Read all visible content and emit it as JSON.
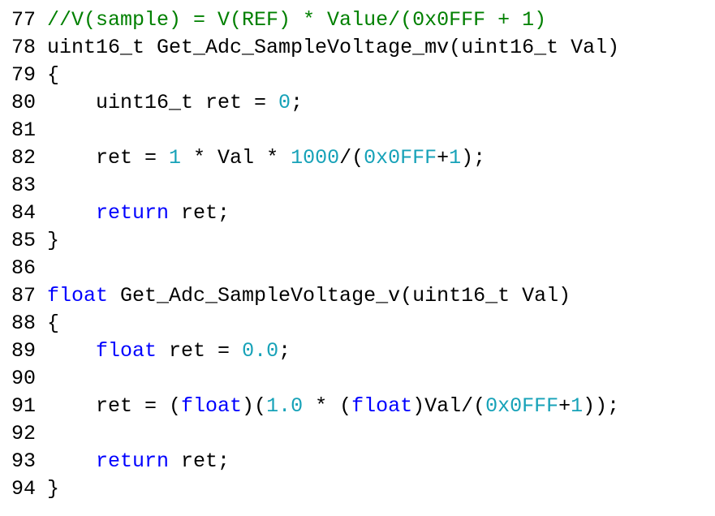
{
  "colors": {
    "comment": "#008000",
    "keyword": "#0000ff",
    "number": "#17a2b8",
    "plain": "#000000",
    "background": "#ffffff"
  },
  "lines": [
    {
      "num": "77",
      "tokens": [
        {
          "t": "//V(sample) = V(REF) * Value/(0x0FFF + 1)",
          "k": "comment"
        }
      ]
    },
    {
      "num": "78",
      "tokens": [
        {
          "t": "uint16_t Get_Adc_SampleVoltage_mv(uint16_t Val)",
          "k": "plain"
        }
      ]
    },
    {
      "num": "79",
      "tokens": [
        {
          "t": "{",
          "k": "plain"
        }
      ]
    },
    {
      "num": "80",
      "tokens": [
        {
          "t": "    uint16_t ret = ",
          "k": "plain"
        },
        {
          "t": "0",
          "k": "number"
        },
        {
          "t": ";",
          "k": "plain"
        }
      ]
    },
    {
      "num": "81",
      "tokens": []
    },
    {
      "num": "82",
      "tokens": [
        {
          "t": "    ret = ",
          "k": "plain"
        },
        {
          "t": "1",
          "k": "number"
        },
        {
          "t": " * Val * ",
          "k": "plain"
        },
        {
          "t": "1000",
          "k": "number"
        },
        {
          "t": "/(",
          "k": "plain"
        },
        {
          "t": "0x0FFF",
          "k": "number"
        },
        {
          "t": "+",
          "k": "plain"
        },
        {
          "t": "1",
          "k": "number"
        },
        {
          "t": ");",
          "k": "plain"
        }
      ]
    },
    {
      "num": "83",
      "tokens": []
    },
    {
      "num": "84",
      "tokens": [
        {
          "t": "    ",
          "k": "plain"
        },
        {
          "t": "return",
          "k": "keyword"
        },
        {
          "t": " ret;",
          "k": "plain"
        }
      ]
    },
    {
      "num": "85",
      "tokens": [
        {
          "t": "}",
          "k": "plain"
        }
      ]
    },
    {
      "num": "86",
      "tokens": []
    },
    {
      "num": "87",
      "tokens": [
        {
          "t": "float",
          "k": "keyword"
        },
        {
          "t": " Get_Adc_SampleVoltage_v(uint16_t Val)",
          "k": "plain"
        }
      ]
    },
    {
      "num": "88",
      "tokens": [
        {
          "t": "{",
          "k": "plain"
        }
      ]
    },
    {
      "num": "89",
      "tokens": [
        {
          "t": "    ",
          "k": "plain"
        },
        {
          "t": "float",
          "k": "keyword"
        },
        {
          "t": " ret = ",
          "k": "plain"
        },
        {
          "t": "0.0",
          "k": "number"
        },
        {
          "t": ";",
          "k": "plain"
        }
      ]
    },
    {
      "num": "90",
      "tokens": []
    },
    {
      "num": "91",
      "tokens": [
        {
          "t": "    ret = (",
          "k": "plain"
        },
        {
          "t": "float",
          "k": "keyword"
        },
        {
          "t": ")(",
          "k": "plain"
        },
        {
          "t": "1.0",
          "k": "number"
        },
        {
          "t": " * (",
          "k": "plain"
        },
        {
          "t": "float",
          "k": "keyword"
        },
        {
          "t": ")Val/(",
          "k": "plain"
        },
        {
          "t": "0x0FFF",
          "k": "number"
        },
        {
          "t": "+",
          "k": "plain"
        },
        {
          "t": "1",
          "k": "number"
        },
        {
          "t": "));",
          "k": "plain"
        }
      ]
    },
    {
      "num": "92",
      "tokens": []
    },
    {
      "num": "93",
      "tokens": [
        {
          "t": "    ",
          "k": "plain"
        },
        {
          "t": "return",
          "k": "keyword"
        },
        {
          "t": " ret;",
          "k": "plain"
        }
      ]
    },
    {
      "num": "94",
      "tokens": [
        {
          "t": "}",
          "k": "plain"
        }
      ]
    }
  ]
}
